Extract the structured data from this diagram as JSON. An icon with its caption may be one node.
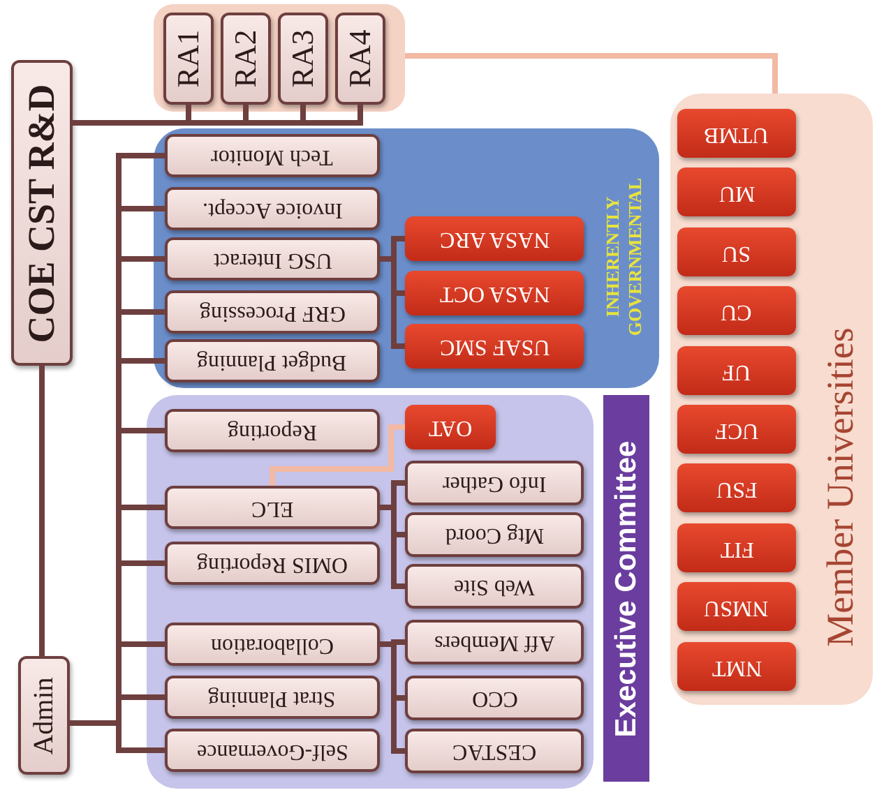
{
  "diagram": {
    "nodes": [
      {
        "text": [
          "COE CST R&D"
        ]
      },
      {
        "text": [],
        "shape": "box"
      },
      {
        "text": [
          "RA1"
        ],
        "in": 1
      },
      {
        "text": [
          "RA2"
        ],
        "in": 1
      },
      {
        "text": [
          "RA3"
        ],
        "in": 1
      },
      {
        "text": [
          "RA4"
        ],
        "in": 1
      },
      {
        "text": [
          "Member Universities"
        ]
      },
      {
        "text": [
          "UTMB"
        ],
        "in": 6
      },
      {
        "text": [
          "MU"
        ],
        "in": 6
      },
      {
        "text": [
          "SU"
        ],
        "in": 6
      },
      {
        "text": [
          "CU"
        ],
        "in": 6
      },
      {
        "text": [
          "UF"
        ],
        "in": 6
      },
      {
        "text": [
          "UCF"
        ],
        "in": 6
      },
      {
        "text": [
          "FSU"
        ],
        "in": 6
      },
      {
        "text": [
          "FIT"
        ],
        "in": 6
      },
      {
        "text": [
          "NMSU"
        ],
        "in": 6
      },
      {
        "text": [
          "NMT"
        ],
        "in": 6
      },
      {
        "text": [
          "INHERENTLY GOVERNMENTAL"
        ]
      },
      {
        "text": [
          "Tech Monitor"
        ],
        "in": 17
      },
      {
        "text": [
          "Invoice Accept."
        ],
        "in": 17
      },
      {
        "text": [
          "USG Interact"
        ],
        "in": 17
      },
      {
        "text": [
          "GRF Processing"
        ],
        "in": 17
      },
      {
        "text": [
          "Budget Planning"
        ],
        "in": 17
      },
      {
        "text": [
          "NASA ARC"
        ],
        "in": 17
      },
      {
        "text": [
          "NASA OCT"
        ],
        "in": 17
      },
      {
        "text": [
          "USAF SMC"
        ],
        "in": 17
      },
      {
        "text": [
          "Executive Committee"
        ]
      },
      {
        "text": [
          "Reporting"
        ],
        "in": 26
      },
      {
        "text": [
          "OAT"
        ],
        "in": 26
      },
      {
        "text": [
          "ELC"
        ],
        "in": 26
      },
      {
        "text": [
          "Info Gather"
        ],
        "in": 26
      },
      {
        "text": [
          "Mtg Coord"
        ],
        "in": 26
      },
      {
        "text": [
          "Web Site"
        ],
        "in": 26
      },
      {
        "text": [
          "OMIS Reporting"
        ],
        "in": 26
      },
      {
        "text": [
          "Collaboration"
        ],
        "in": 26
      },
      {
        "text": [
          "Aff Members"
        ],
        "in": 26
      },
      {
        "text": [
          "CCO"
        ],
        "in": 26
      },
      {
        "text": [
          "CESTAC"
        ],
        "in": 26
      },
      {
        "text": [
          "Strat Planning"
        ],
        "in": 26
      },
      {
        "text": [
          "Self-Governance"
        ],
        "in": 26
      },
      {
        "text": [
          "Admin"
        ]
      }
    ],
    "edges": [
      {
        "from": 0,
        "to": 40,
        "arrow": "none"
      },
      {
        "from": 0,
        "to": 2,
        "arrow": "none"
      },
      {
        "from": 0,
        "to": 3,
        "arrow": "none"
      },
      {
        "from": 0,
        "to": 4,
        "arrow": "none"
      },
      {
        "from": 0,
        "to": 5,
        "arrow": "none"
      },
      {
        "from": 1,
        "to": 6,
        "arrow": "none",
        "color": "#f2b9a3"
      },
      {
        "from": 40,
        "to": 18,
        "arrow": "none"
      },
      {
        "from": 40,
        "to": 19,
        "arrow": "none"
      },
      {
        "from": 40,
        "to": 20,
        "arrow": "none"
      },
      {
        "from": 40,
        "to": 21,
        "arrow": "none"
      },
      {
        "from": 40,
        "to": 22,
        "arrow": "none"
      },
      {
        "from": 40,
        "to": 27,
        "arrow": "none"
      },
      {
        "from": 40,
        "to": 29,
        "arrow": "none"
      },
      {
        "from": 40,
        "to": 33,
        "arrow": "none"
      },
      {
        "from": 40,
        "to": 34,
        "arrow": "none"
      },
      {
        "from": 40,
        "to": 38,
        "arrow": "none"
      },
      {
        "from": 40,
        "to": 39,
        "arrow": "none"
      },
      {
        "from": 20,
        "to": 23,
        "arrow": "none"
      },
      {
        "from": 20,
        "to": 24,
        "arrow": "none"
      },
      {
        "from": 20,
        "to": 25,
        "arrow": "none"
      },
      {
        "from": 29,
        "to": 28,
        "arrow": "none",
        "color": "#f2b9a3"
      },
      {
        "from": 29,
        "to": 30,
        "arrow": "none"
      },
      {
        "from": 29,
        "to": 31,
        "arrow": "none"
      },
      {
        "from": 29,
        "to": 32,
        "arrow": "none"
      },
      {
        "from": 34,
        "to": 35,
        "arrow": "none"
      },
      {
        "from": 34,
        "to": 36,
        "arrow": "none"
      },
      {
        "from": 34,
        "to": 37,
        "arrow": "none"
      }
    ]
  }
}
